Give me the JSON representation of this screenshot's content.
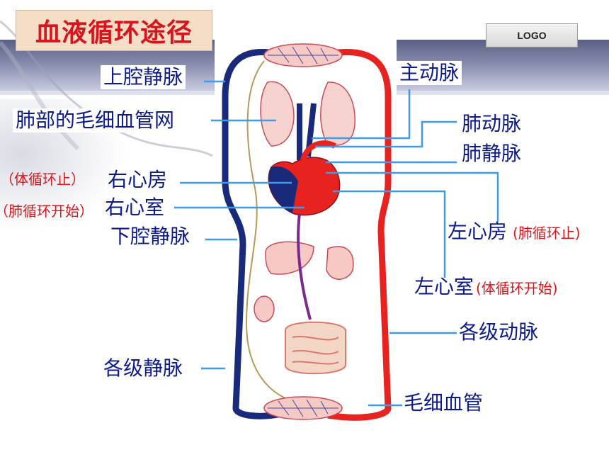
{
  "title": "血液循环途径",
  "logo": "LOGO",
  "labels": {
    "superior_vena_cava": "上腔静脉",
    "lung_capillary_net": "肺部的毛细血管网",
    "right_atrium": "右心房",
    "right_ventricle": "右心室",
    "inferior_vena_cava": "下腔静脉",
    "veins": "各级静脉",
    "aorta": "主动脉",
    "pulmonary_artery": "肺动脉",
    "pulmonary_vein": "肺静脉",
    "left_atrium": "左心房",
    "left_ventricle": "左心室",
    "arteries": "各级动脉",
    "capillaries": "毛细血管"
  },
  "notes": {
    "right_atrium": "（体循环止）",
    "right_ventricle": "（肺循环开始）",
    "left_atrium": "(肺循环止)",
    "left_ventricle": "(体循环开始)"
  },
  "colors": {
    "title_text": "#d9141c",
    "label_text": "#0c1a8c",
    "note_text": "#e2141a",
    "vein": "#1a2a7a",
    "artery": "#e8231f",
    "leader": "#3f9be8"
  }
}
